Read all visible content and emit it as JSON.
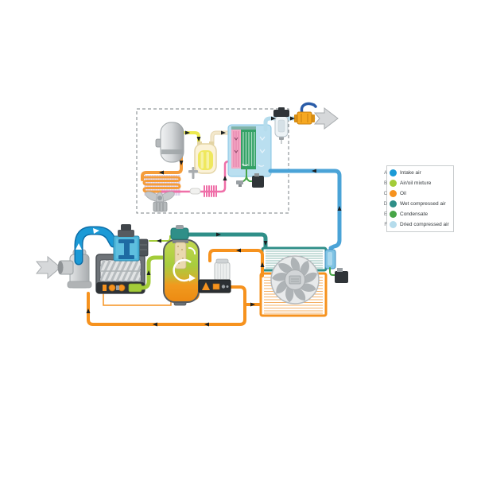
{
  "diagram": {
    "kind": "compressed-air-system-process-flow",
    "sections": {
      "dryer_module": "refrigerant air dryer (dashed enclosure)",
      "compressor_module": "oil-injected screw compressor with separator, coolers and oil circuit"
    }
  },
  "legend": {
    "items": [
      {
        "letter": "A",
        "label": "Intake air",
        "color": "#1b9ad6"
      },
      {
        "letter": "B",
        "label": "Air/oil mixture",
        "color": "#a3cc39"
      },
      {
        "letter": "C",
        "label": "Oil",
        "color": "#f6921e"
      },
      {
        "letter": "D",
        "label": "Wet compressed air",
        "color": "#2f8f88"
      },
      {
        "letter": "E",
        "label": "Condensate",
        "color": "#47a547"
      },
      {
        "letter": "F",
        "label": "Dried compressed air",
        "color": "#b5dcec"
      }
    ]
  },
  "colors": {
    "intake_air": "#1b9ad6",
    "air_oil_mixture": "#a3cc39",
    "oil": "#f6921e",
    "wet_compressed_air": "#2f8f88",
    "condensate": "#47a547",
    "dried_compressed_air": "#b5dcec",
    "cooler_to_dryer_air": "#4aa3d7",
    "refrigerant_hot_gas": "#f59d3b",
    "refrigerant_yellow": "#ece94f",
    "refrigerant_liquid_pink": "#ef6fa8",
    "refrigerant_suction_cream": "#f3e8cc"
  }
}
